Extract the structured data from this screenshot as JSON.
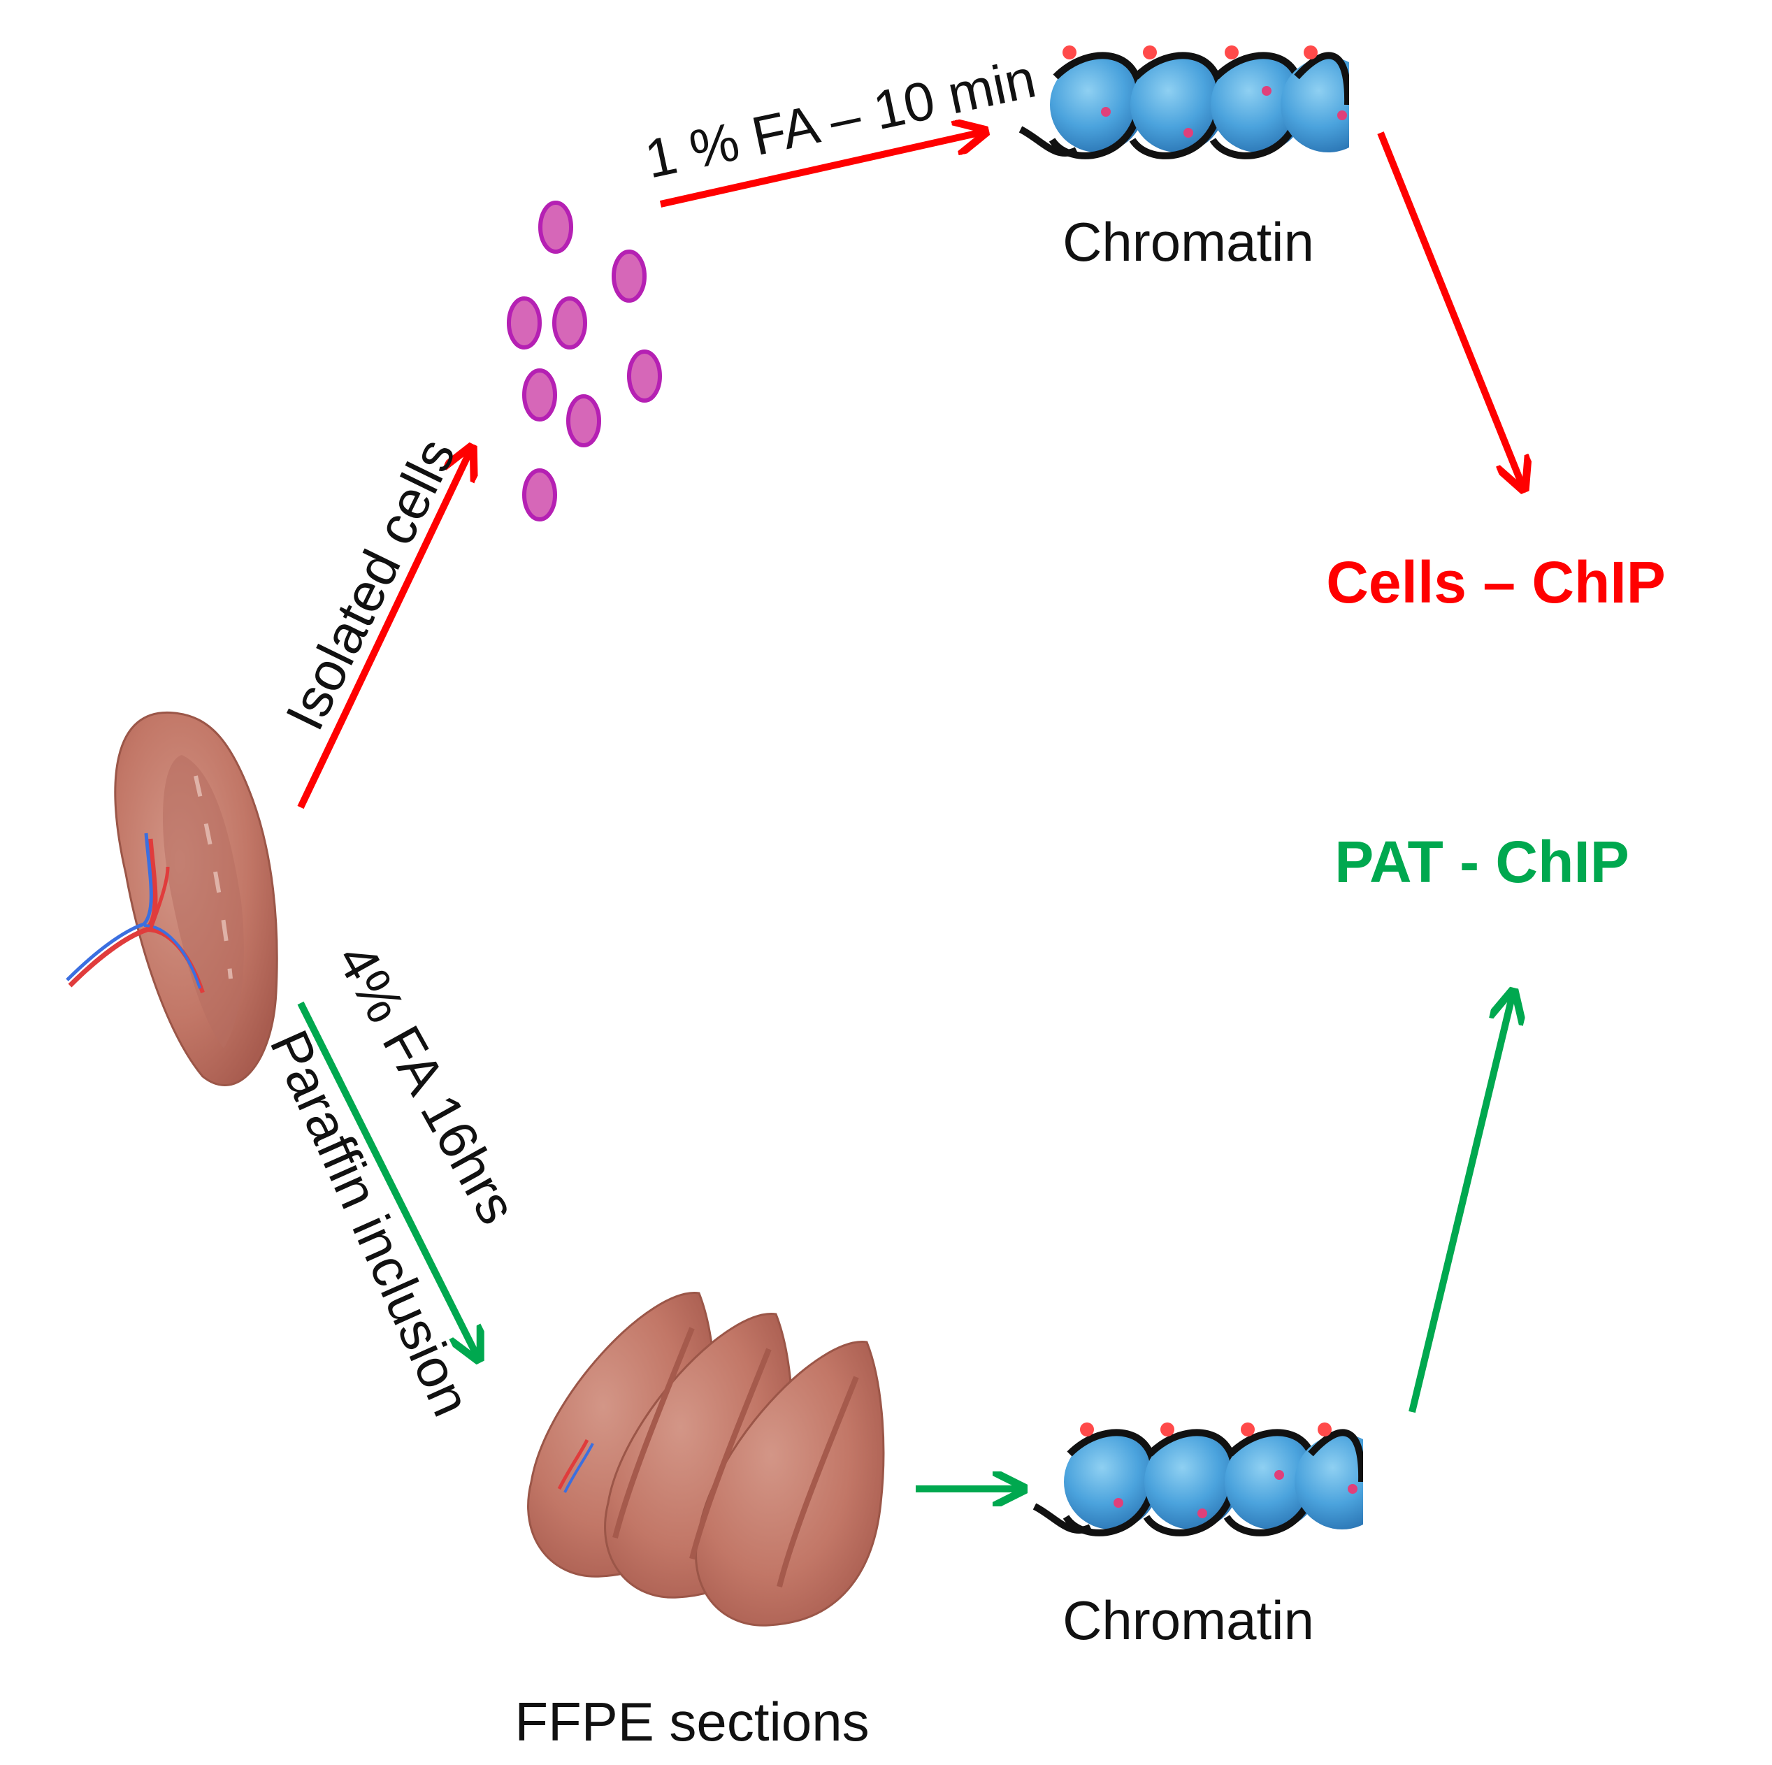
{
  "labels": {
    "isolated_cells": "Isolated cells",
    "fa_short": "1 % FA – 10 min",
    "chromatin_top": "Chromatin",
    "cells_chip": "Cells – ChIP",
    "pat_chip": "PAT - ChIP",
    "fa_long": "4% FA 16hrs",
    "paraffin": "Paraffin inclusion",
    "ffpe": "FFPE sections",
    "chromatin_bottom": "Chromatin"
  },
  "colors": {
    "red_path": "#ff0000",
    "green_path": "#00a84f",
    "cell_fill": "#d667b8",
    "cell_stroke": "#b520b3",
    "tissue": "#c98373",
    "nucleosome": "#4ba3dd",
    "dna": "#111111"
  }
}
